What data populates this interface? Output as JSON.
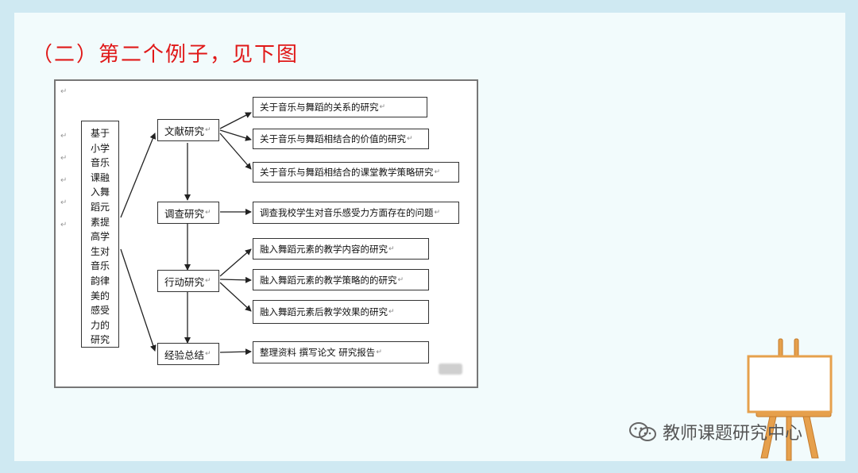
{
  "heading": "（二）第二个例子，见下图",
  "diagram": {
    "title_lines": [
      "基于",
      "小学",
      "音乐",
      "课融",
      "入舞",
      "蹈元",
      "素提",
      "高学",
      "生对",
      "音乐",
      "韵律",
      "美的",
      "感受",
      "力的",
      "研究"
    ],
    "stages": [
      {
        "label": "文献研究",
        "items": [
          "关于音乐与舞蹈的关系的研究",
          "关于音乐与舞蹈相结合的价值的研究",
          "关于音乐与舞蹈相结合的课堂教学策略研究"
        ]
      },
      {
        "label": "调查研究",
        "items": [
          "调查我校学生对音乐感受力方面存在的问题"
        ]
      },
      {
        "label": "行动研究",
        "items": [
          "融入舞蹈元素的教学内容的研究",
          "融入舞蹈元素的教学策略的的研究",
          "融入舞蹈元素后教学效果的研究"
        ]
      },
      {
        "label": "经验总结",
        "items": [
          "整理资料 撰写论文 研究报告"
        ]
      }
    ],
    "para_mark": "↵"
  },
  "footer": {
    "account": "教师课题研究中心",
    "icon": "wechat-icon"
  },
  "colors": {
    "heading": "#e01818",
    "slide_bg": "#f2fbfc",
    "frame_bg": "#cfe9f2"
  }
}
